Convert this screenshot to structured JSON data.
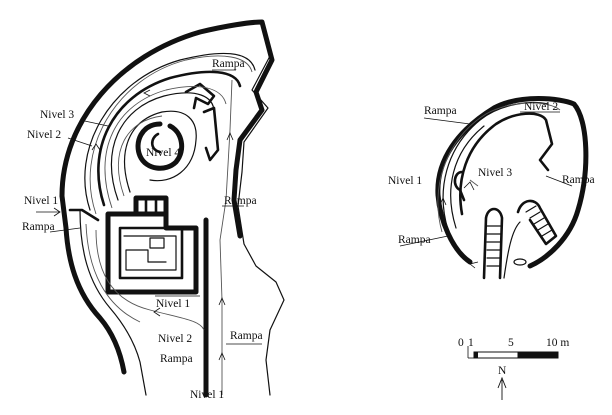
{
  "left_plan": {
    "labels": {
      "rampa_top": "Rampa",
      "nivel3": "Nivel 3",
      "nivel2": "Nivel 2",
      "nivel4": "Nivel 4",
      "nivel1_left": "Nivel 1",
      "rampa_left": "Rampa",
      "rampa_mid": "Rampa",
      "nivel1_mid": "Nivel 1",
      "nivel2_bottom": "Nivel 2",
      "rampa_bottom": "Rampa",
      "rampa_right": "Rampa",
      "nivel1_bottom": "Nivel 1"
    }
  },
  "right_plan": {
    "labels": {
      "rampa_top": "Rampa",
      "nivel2": "Nivel 2",
      "nivel1": "Nivel 1",
      "nivel3": "Nivel 3",
      "rampa_right": "Rampa",
      "rampa_left": "Rampa"
    }
  },
  "scale_bar": {
    "ticks": [
      "0",
      "1",
      "5",
      "10 m"
    ]
  },
  "north_arrow": {
    "label": "N"
  }
}
